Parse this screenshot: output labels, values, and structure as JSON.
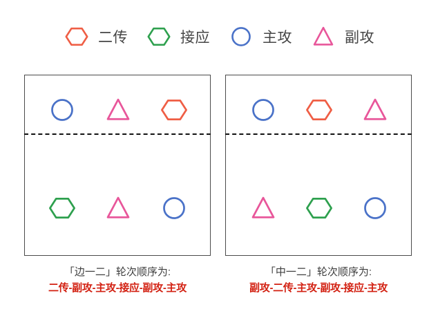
{
  "colors": {
    "setter": "#ef5e45",
    "opposite": "#2ea04e",
    "outside": "#4a72c8",
    "middle": "#e8569a",
    "court_line": "#4a4a4a",
    "attack_line": "#111111",
    "legend_text": "#454545",
    "caption_title": "#3f3f3f",
    "caption_sequence": "#d21f10",
    "background": "#ffffff"
  },
  "legend": {
    "items": [
      {
        "icon": "hexagon-icon",
        "label": "二传",
        "role": "setter",
        "color": "#ef5e45"
      },
      {
        "icon": "hexagon-icon",
        "label": "接应",
        "role": "opposite",
        "color": "#2ea04e"
      },
      {
        "icon": "circle-icon",
        "label": "主攻",
        "role": "outside",
        "color": "#4a72c8"
      },
      {
        "icon": "triangle-icon",
        "label": "副攻",
        "role": "middle",
        "color": "#e8569a"
      }
    ]
  },
  "courts": [
    {
      "id": "left",
      "front_row": [
        {
          "icon": "circle-icon",
          "role": "主攻",
          "color": "#4a72c8"
        },
        {
          "icon": "triangle-icon",
          "role": "副攻",
          "color": "#e8569a"
        },
        {
          "icon": "hexagon-icon",
          "role": "二传",
          "color": "#ef5e45"
        }
      ],
      "back_row": [
        {
          "icon": "hexagon-icon",
          "role": "接应",
          "color": "#2ea04e"
        },
        {
          "icon": "triangle-icon",
          "role": "副攻",
          "color": "#e8569a"
        },
        {
          "icon": "circle-icon",
          "role": "主攻",
          "color": "#4a72c8"
        }
      ],
      "caption_title": "「边一二」轮次顺序为:",
      "caption_sequence": "二传-副攻-主攻-接应-副攻-主攻"
    },
    {
      "id": "right",
      "front_row": [
        {
          "icon": "circle-icon",
          "role": "主攻",
          "color": "#4a72c8"
        },
        {
          "icon": "hexagon-icon",
          "role": "二传",
          "color": "#ef5e45"
        },
        {
          "icon": "triangle-icon",
          "role": "副攻",
          "color": "#e8569a"
        }
      ],
      "back_row": [
        {
          "icon": "triangle-icon",
          "role": "副攻",
          "color": "#e8569a"
        },
        {
          "icon": "hexagon-icon",
          "role": "接应",
          "color": "#2ea04e"
        },
        {
          "icon": "circle-icon",
          "role": "主攻",
          "color": "#4a72c8"
        }
      ],
      "caption_title": "「中一二」轮次顺序为:",
      "caption_sequence": "副攻-二传-主攻-副攻-接应-主攻"
    }
  ]
}
